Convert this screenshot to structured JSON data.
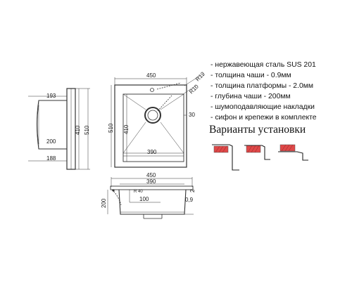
{
  "dims": {
    "side_top_depth": "193",
    "side_height_410": "410",
    "side_height_510": "510",
    "side_depth_200": "200",
    "side_bottom_188": "188",
    "top_width": "450",
    "top_height": "510",
    "bowl_height": "410",
    "bowl_width": "390",
    "radius_outer": "R12",
    "radius_inner": "R10",
    "offset_30": "30",
    "front_width_450": "450",
    "front_width_390": "390",
    "front_depth": "200",
    "front_step": "2",
    "front_small_40": "40",
    "front_small_r": "R",
    "front_drain_100": "100",
    "front_thickness": "0,9"
  },
  "specs": [
    "- нержавеющая сталь SUS 201",
    "- толщина чаши - 0.9мм",
    "- толщина платформы - 2.0мм",
    "- глубина чаши - 200мм",
    "- шумоподавляющие накладки",
    "- сифон и крепежи в комплекте"
  ],
  "install": {
    "title": "Варианты установки",
    "variants": [
      {
        "icon": "overmount-install-icon"
      },
      {
        "icon": "flush-install-icon"
      },
      {
        "icon": "undermount-install-icon"
      }
    ]
  },
  "colors": {
    "line": "#333333",
    "text": "#111111",
    "hatch": "#555555",
    "install_fill": "#e04848"
  }
}
